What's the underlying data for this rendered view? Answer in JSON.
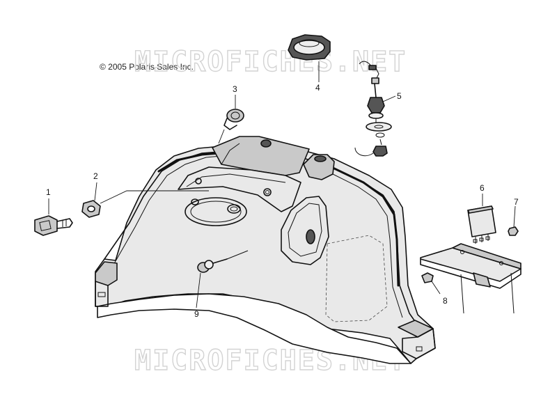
{
  "copyright": "© 2005 Polaris Sales Inc.",
  "watermark": "MICROFICHES.NET",
  "callouts": [
    {
      "id": "1",
      "label": "1"
    },
    {
      "id": "2",
      "label": "2"
    },
    {
      "id": "3",
      "label": "3"
    },
    {
      "id": "4",
      "label": "4"
    },
    {
      "id": "5",
      "label": "5"
    },
    {
      "id": "6",
      "label": "6"
    },
    {
      "id": "7",
      "label": "7"
    },
    {
      "id": "8",
      "label": "8"
    },
    {
      "id": "9",
      "label": "9"
    }
  ]
}
